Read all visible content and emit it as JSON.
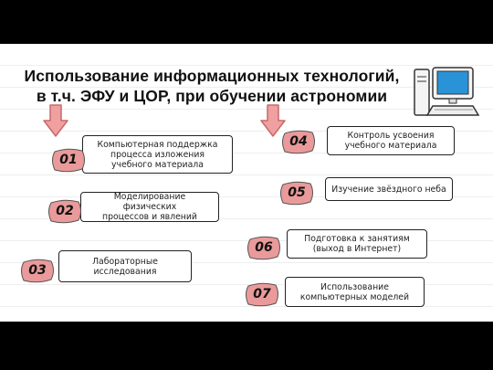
{
  "title": {
    "line1": "Использование информационных технологий,",
    "line2": "в т.ч. ЭФУ и ЦОР, при обучении астрономии"
  },
  "items": [
    {
      "number": "01",
      "text": "Компьютерная поддержка\nпроцесса изложения\nучебного материала"
    },
    {
      "number": "02",
      "text": "Моделирование физических\nпроцессов и явлений"
    },
    {
      "number": "03",
      "text": "Лабораторные\nисследования"
    },
    {
      "number": "04",
      "text": "Контроль усвоения\nучебного материала"
    },
    {
      "number": "05",
      "text": "Изучение звёздного неба"
    },
    {
      "number": "06",
      "text": "Подготовка к занятиям\n(выход в Интернет)"
    },
    {
      "number": "07",
      "text": "Использование\nкомпьютерных моделей"
    }
  ],
  "colors": {
    "badge_fill": "#ea9a9a",
    "arrow_fill": "#f0a0a0",
    "arrow_stroke": "#c56a6a"
  },
  "icons": {
    "arrows": "down-arrow-icon",
    "computer": "computer-icon"
  }
}
